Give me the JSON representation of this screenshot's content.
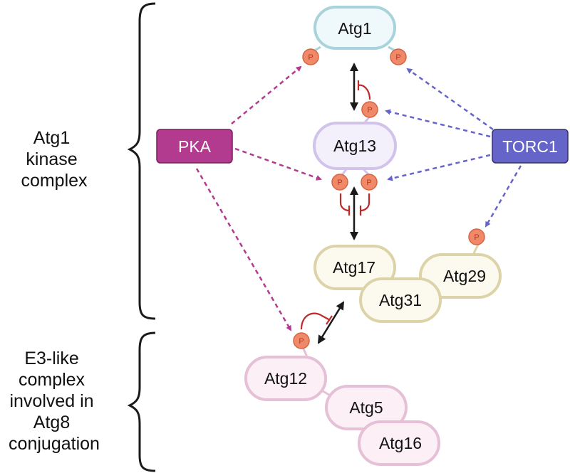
{
  "title": "Atg1 kinase complex and E3-like complex regulation by PKA and TORC1",
  "groups": {
    "atg1_complex": {
      "lines": [
        "Atg1",
        "kinase",
        "complex"
      ]
    },
    "e3_complex": {
      "lines": [
        "E3-like",
        "complex",
        "involved in",
        "Atg8",
        "conjugation"
      ]
    }
  },
  "regulators": {
    "pka": {
      "label": "PKA",
      "color": "#b23a8f",
      "border": "#7a1e5e"
    },
    "torc1": {
      "label": "TORC1",
      "color": "#6564c9",
      "border": "#33326f"
    }
  },
  "proteins": {
    "atg1": {
      "label": "Atg1",
      "fill": "#eff9fb",
      "stroke": "#a9d3dc"
    },
    "atg13": {
      "label": "Atg13",
      "fill": "#f4f0fb",
      "stroke": "#d1c3ea"
    },
    "atg17": {
      "label": "Atg17",
      "fill": "#fcfaef",
      "stroke": "#ddd3a8"
    },
    "atg31": {
      "label": "Atg31",
      "fill": "#fcfaef",
      "stroke": "#ddd3a8"
    },
    "atg29": {
      "label": "Atg29",
      "fill": "#fcfaef",
      "stroke": "#ddd3a8"
    },
    "atg12": {
      "label": "Atg12",
      "fill": "#fcf0f6",
      "stroke": "#e5c0d6"
    },
    "atg5": {
      "label": "Atg5",
      "fill": "#fcf0f6",
      "stroke": "#e5c0d6"
    },
    "atg16": {
      "label": "Atg16",
      "fill": "#fcf0f6",
      "stroke": "#e5c0d6"
    }
  },
  "phospho": {
    "label": "P",
    "fill": "#f0896a",
    "stroke": "#d6643f"
  },
  "colors": {
    "inhibition": "#c0282a",
    "interaction": "#1a1a1a",
    "brace": "#1a1a1a"
  }
}
